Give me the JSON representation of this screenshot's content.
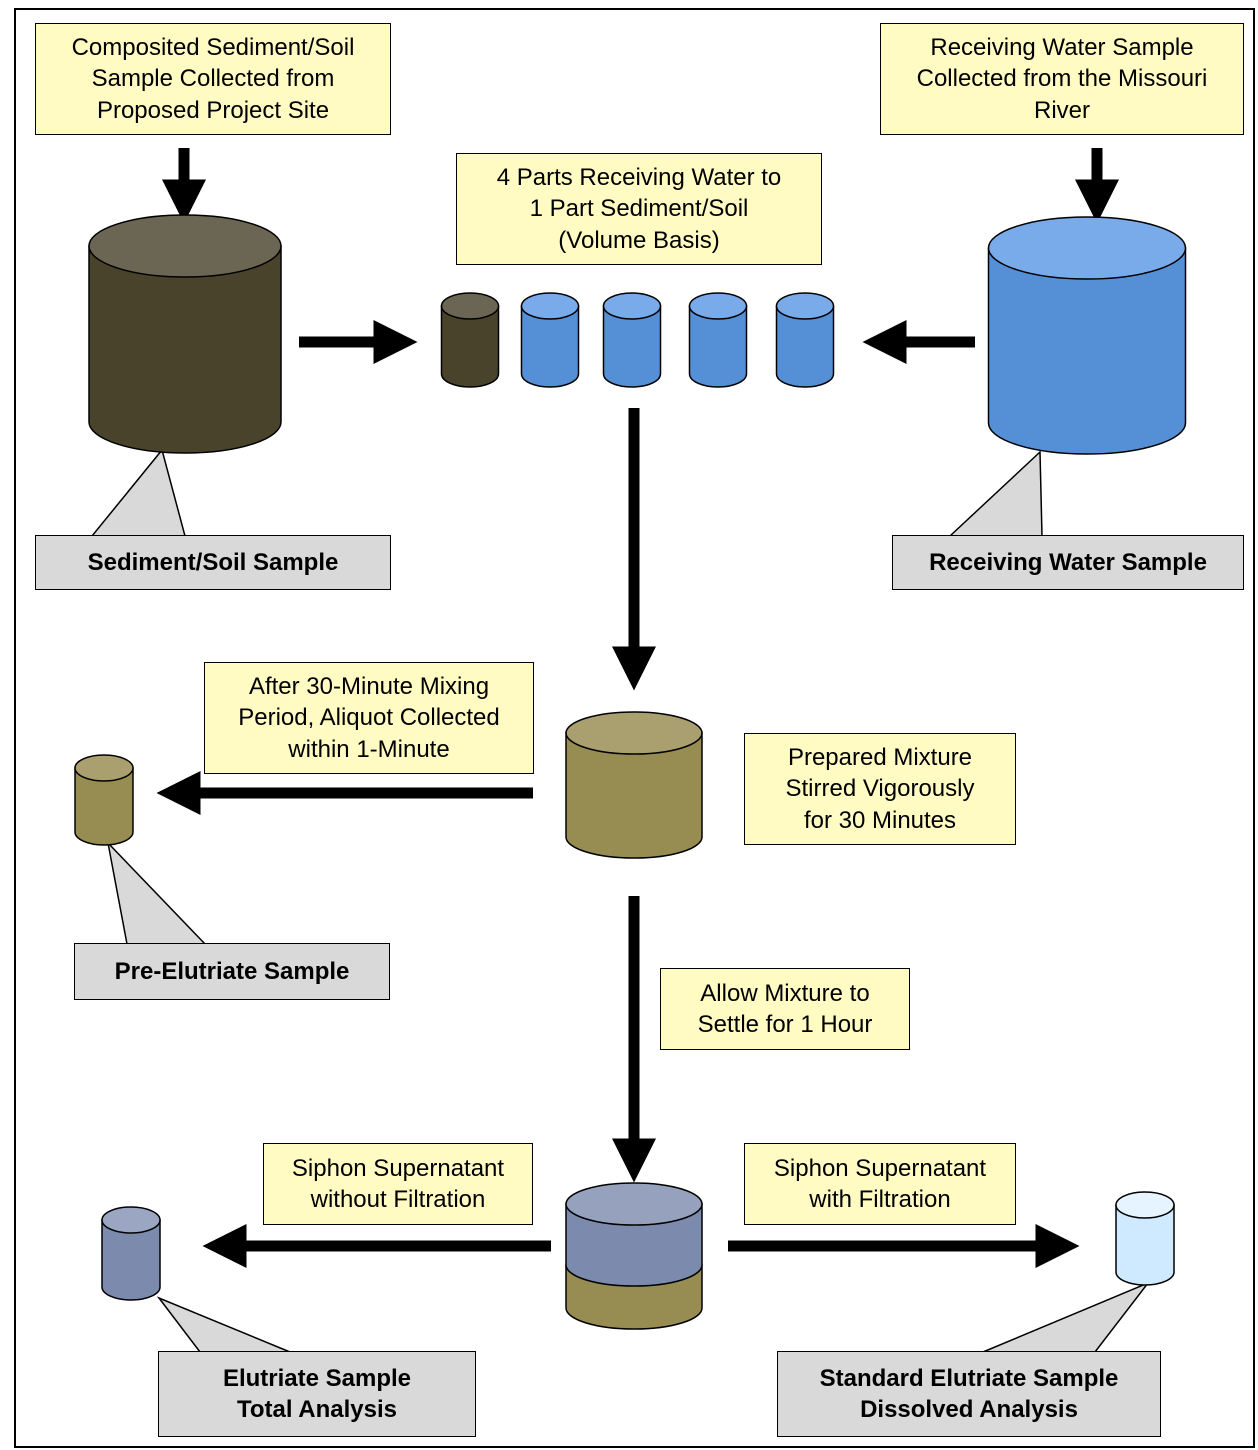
{
  "diagram": {
    "notes": {
      "sediment_source": "Composited Sediment/Soil\nSample Collected from\nProposed Project Site",
      "water_source": "Receiving Water Sample\nCollected from the Missouri\nRiver",
      "ratio": "4 Parts Receiving Water to\n1 Part Sediment/Soil\n(Volume Basis)",
      "aliquot": "After 30-Minute Mixing\nPeriod, Aliquot Collected\nwithin 1-Minute",
      "stirred": "Prepared Mixture\nStirred Vigorously\nfor 30 Minutes",
      "settle": "Allow Mixture to\nSettle for 1 Hour",
      "siphon_unfiltered": "Siphon Supernatant\nwithout Filtration",
      "siphon_filtered": "Siphon Supernatant\nwith Filtration"
    },
    "labels": {
      "sediment_sample": "Sediment/Soil Sample",
      "water_sample": "Receiving Water Sample",
      "pre_elutriate": "Pre-Elutriate Sample",
      "elutriate_total": "Elutriate Sample\nTotal Analysis",
      "standard_elutriate": "Standard Elutriate Sample\nDissolved Analysis"
    },
    "colors": {
      "sediment": "#49432c",
      "water": "#5590d6",
      "mixture": "#978c52",
      "supernatant": "#7b8aad",
      "filtered": "#cfeaff",
      "note_fill": "#fffbc3",
      "label_fill": "#d9d9d9"
    }
  }
}
